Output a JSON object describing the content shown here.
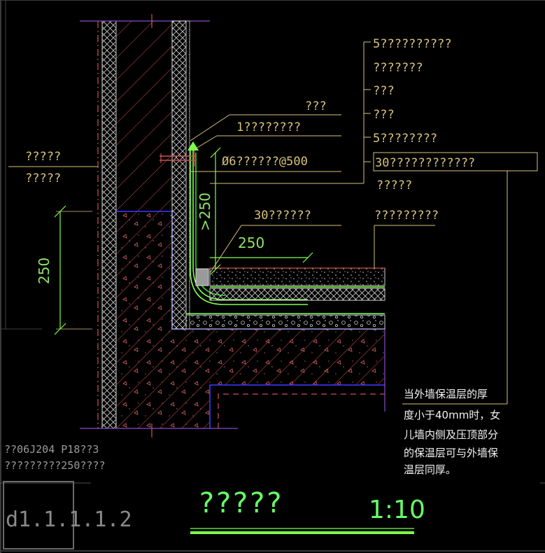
{
  "labels": {
    "l1": "5??????????",
    "l2": "???????",
    "l3": "???",
    "l4": "???",
    "l5": "5????????",
    "l6": "30????????????",
    "l7": "?????",
    "l8": "???",
    "l9": "1????????",
    "l10": "Ø6??????@500",
    "l11": "30??????",
    "l12": "?????????",
    "l13": "?????",
    "l14": "?????"
  },
  "dimensions": {
    "d_left": "250",
    "d_slope": ">250",
    "d_horiz": "250"
  },
  "note": {
    "line1": "当外墙保温层的厚",
    "line2": "度小于40mm时，女",
    "line3": "儿墙内侧及压顶部分",
    "line4": "的保温层可与外墙保",
    "line5": "温层同厚。"
  },
  "reference": {
    "line1": "??06J204 P18??3",
    "line2": "?????????250????"
  },
  "title_block": {
    "title": "?????",
    "scale": "1:10",
    "sheet_id": "d1.1.1.1.2"
  }
}
